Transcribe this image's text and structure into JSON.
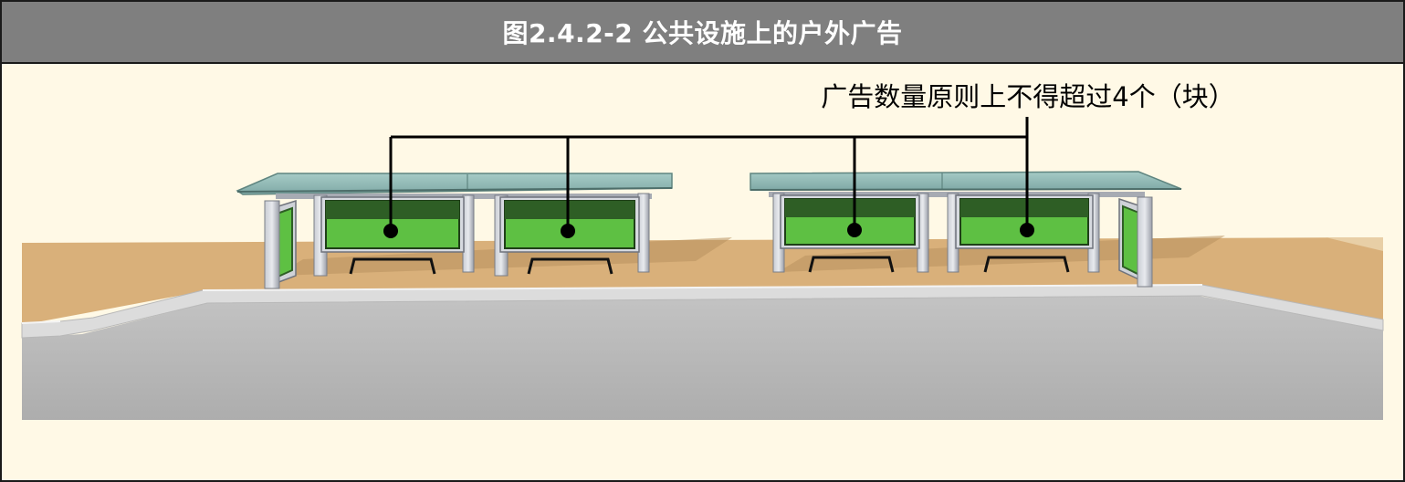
{
  "figure": {
    "title": "图2.4.2-2 公共设施上的户外广告"
  },
  "diagram": {
    "callout_text": "广告数量原则上不得超过4个（块）",
    "callout_target_count": 4
  },
  "colors": {
    "title_bar": "#7f7f7f",
    "background": "#fff9e6",
    "ground": "#d9b07a",
    "road": "#b5b5b5",
    "curb": "#d6d6d6",
    "ad_panel": "#5ec043",
    "ad_panel_dark": "#2e5e25",
    "roof_glass": "#8fb8b4",
    "post": "#a9adb6",
    "line": "#000000"
  }
}
